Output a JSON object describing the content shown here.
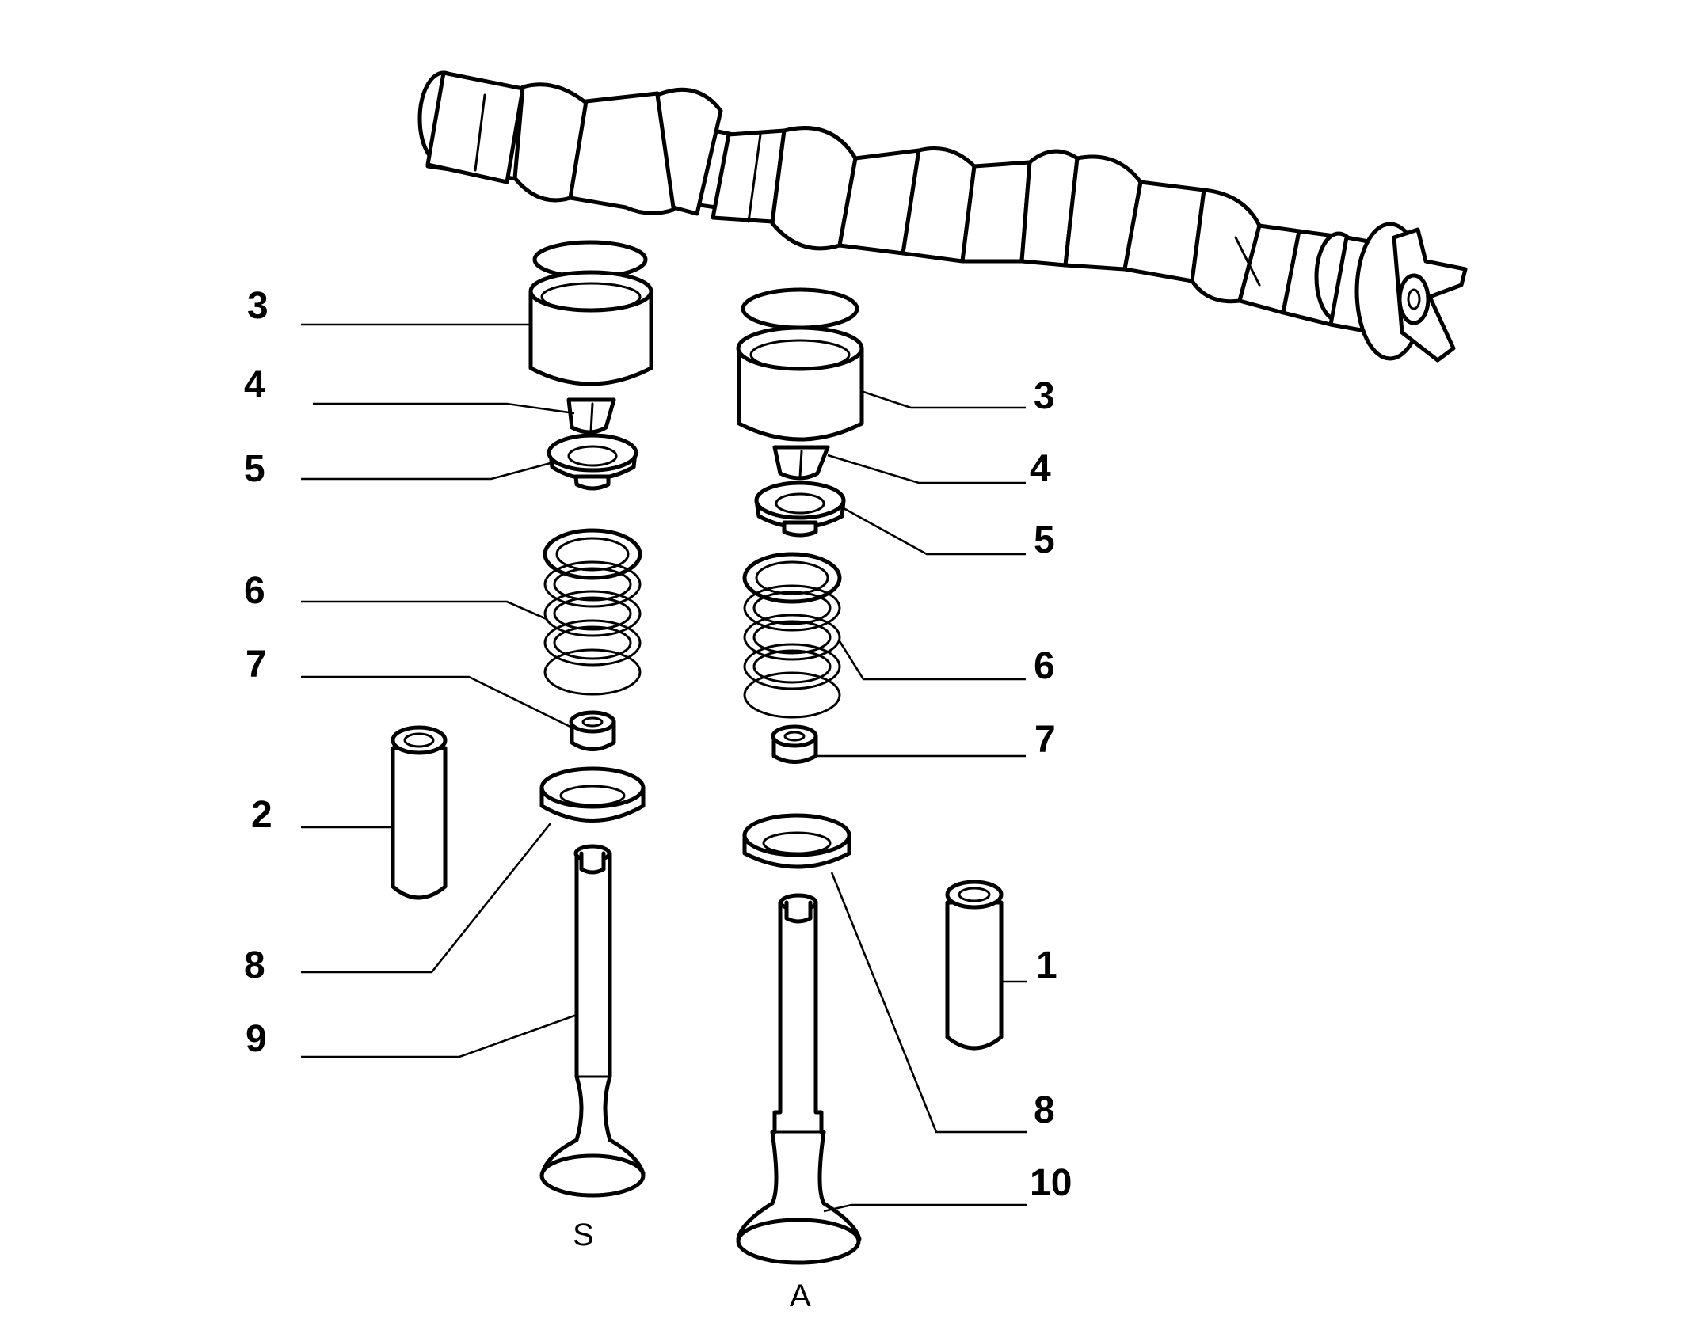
{
  "callouts": {
    "left_3": "3",
    "left_4": "4",
    "left_5": "5",
    "left_6": "6",
    "left_7": "7",
    "left_2": "2",
    "left_8": "8",
    "left_9": "9",
    "right_3": "3",
    "right_4": "4",
    "right_5": "5",
    "right_6": "6",
    "right_7": "7",
    "right_1": "1",
    "right_8": "8",
    "right_10": "10"
  },
  "side_labels": {
    "exhaust": "S",
    "intake": "A"
  }
}
